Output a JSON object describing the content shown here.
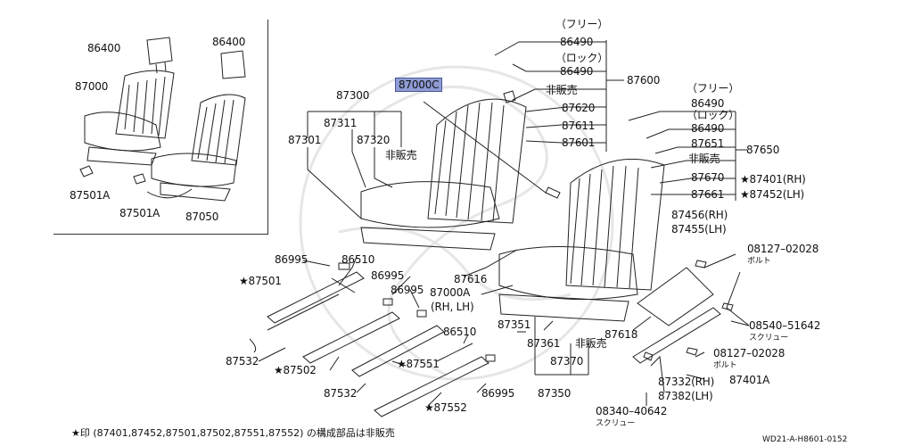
{
  "highlight_label": "87000C",
  "labels": {
    "l86400_a": "86400",
    "l86400_b": "86400",
    "l87000": "87000",
    "l87501A_a": "87501A",
    "l87501A_b": "87501A",
    "l87050": "87050",
    "l87300": "87300",
    "l87311": "87311",
    "l87301": "87301",
    "l87320": "87320",
    "nohan_1": "非販売",
    "free_1": "（フリー）",
    "l86490_1": "86490",
    "lock_1": "（ロック）",
    "l86490_2": "86490",
    "nohan_2": "非販売",
    "l87600": "87600",
    "l87620": "87620",
    "l87611": "87611",
    "l87601": "87601",
    "free_2": "（フリー）",
    "l86490_3": "86490",
    "lock_2": "（ロック）",
    "l86490_4": "86490",
    "l87651": "87651",
    "nohan_3": "非販売",
    "l87650": "87650",
    "l87670": "87670",
    "l87401rh": "★87401(RH)",
    "l87661": "87661",
    "l87452lh": "★87452(LH)",
    "l87456": "87456(RH)",
    "l87455": "87455(LH)",
    "l08127_1": "08127–02028",
    "bolt_1": "ボルト",
    "l86995_1": "86995",
    "l86510_1": "86510",
    "l87501": "★87501",
    "l86995_2": "86995",
    "l86995_3": "86995",
    "l87616": "87616",
    "l87000A": "87000A",
    "rhlh": "(RH, LH)",
    "l87532_1": "87532",
    "l87502": "★87502",
    "l87351": "87351",
    "l87361": "87361",
    "nohan_4": "非販売",
    "l86510_2": "86510",
    "l87551": "★87551",
    "l87370": "87370",
    "l87618": "87618",
    "l08540": "08540–51642",
    "screw_1": "スクリュー",
    "l08127_2": "08127–02028",
    "bolt_2": "ボルト",
    "l87532_2": "87532",
    "l86995_4": "86995",
    "l87350": "87350",
    "l87401A": "87401A",
    "l87332": "87332(RH)",
    "l87382": "87382(LH)",
    "l87552": "★87552",
    "l08340": "08340–40642",
    "screw_2": "スクリュー"
  },
  "footnote": "★印 (87401,87452,87501,87502,87551,87552) の構成部品は非販売",
  "diagram_code": "WD21-A-H8601-0152"
}
